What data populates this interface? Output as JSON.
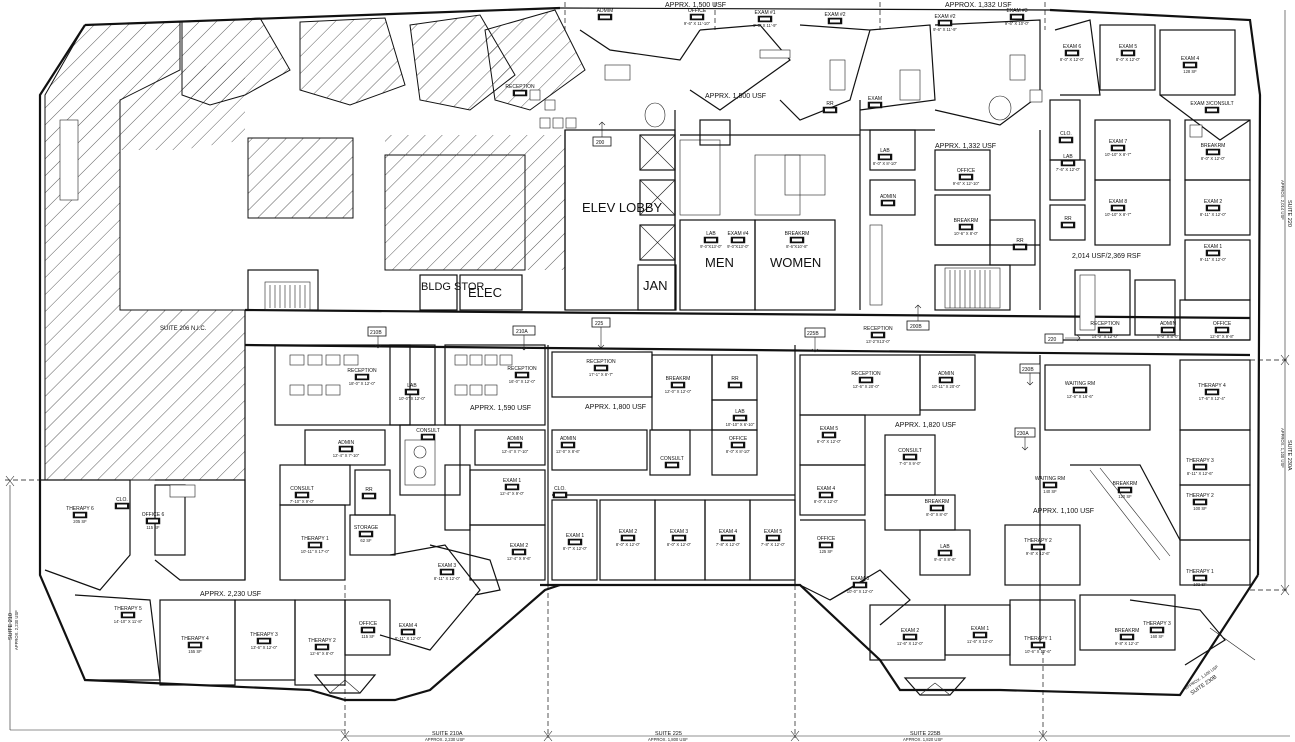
{
  "labels": {
    "elev_lobby": "ELEV LOBBY",
    "men": "MEN",
    "women": "WOMEN",
    "jan": "JAN",
    "bldg_stor": "BLDG STOR",
    "elec": "ELEC",
    "suite_206": "SUITE 206 N.I.C."
  },
  "door_tags": [
    "200",
    "200B",
    "210B",
    "210A",
    "225",
    "225B",
    "220",
    "230B",
    "230A"
  ],
  "areas": {
    "a1500_top": "APPRX. 1,500 USF",
    "a1500_mid": "APPRX. 1,500 USF",
    "a1332_top": "APPROX. 1,332 USF",
    "a1332_mid": "APPRX. 1,332 USF",
    "a2014": "2,014 USF/2,369 RSF",
    "a1590": "APPRX. 1,590 USF",
    "a1800": "APPRX. 1,800 USF",
    "a1820": "APPRX. 1,820 USF",
    "a1100": "APPRX. 1,100 USF",
    "a2230": "APPRX. 2,230 USF"
  },
  "rooms": [
    {
      "key": "admin_top",
      "name": "ADMIM"
    },
    {
      "key": "office_top",
      "name": "OFFICE",
      "dim": "9'-6\" X 11'-10\""
    },
    {
      "key": "exam1_top",
      "name": "EXAM #1",
      "dim": "9'-6\" X 11'-9\""
    },
    {
      "key": "exam2_top",
      "name": "EXAM #2"
    },
    {
      "key": "exam2b_top",
      "name": "EXAM #2",
      "dim": "9'-6\" X 11'-9\""
    },
    {
      "key": "exam3_top",
      "name": "EXAM #3",
      "dim": "9'-6\" X 10'-0\""
    },
    {
      "key": "reception_top",
      "name": "RECEPTION"
    },
    {
      "key": "rr_top",
      "name": "RR"
    },
    {
      "key": "exam_top",
      "name": "EXAM"
    },
    {
      "key": "lab_top",
      "name": "LAB",
      "dim": "9'-0\"X13'-0\""
    },
    {
      "key": "exam4_top",
      "name": "EXAM #4",
      "dim": "9'-0\"X13'-0\""
    },
    {
      "key": "breakrm_top",
      "name": "BREAKRM",
      "dim": "8'-6\"X10'-8\""
    },
    {
      "key": "lab_200",
      "name": "LAB",
      "dim": "8'-0\" X 8'-10\""
    },
    {
      "key": "admin_200",
      "name": "ADMIN"
    },
    {
      "key": "office_200",
      "name": "OFFICE",
      "dim": "9'-6\" X 12'-10\""
    },
    {
      "key": "breakrm_200",
      "name": "BREAKRM",
      "dim": "10'-6\" X 8'-0\""
    },
    {
      "key": "rr_200",
      "name": "RR"
    },
    {
      "key": "reception_200b",
      "name": "RECEPTION",
      "dim": "13'-2\"X13'-0\""
    },
    {
      "key": "exam6",
      "name": "EXAM 6",
      "dim": "8'-0\" X 12'-0\""
    },
    {
      "key": "exam5",
      "name": "EXAM 5",
      "dim": "8'-0\" X 12'-0\""
    },
    {
      "key": "exam4",
      "name": "EXAM 4",
      "dim": "128 SF"
    },
    {
      "key": "exam3c",
      "name": "EXAM 3/CONSULT"
    },
    {
      "key": "clo_r",
      "name": "CLO."
    },
    {
      "key": "exam7",
      "name": "EXAM 7",
      "dim": "10'-10\" X 8'-7\""
    },
    {
      "key": "lab_r",
      "name": "LAB",
      "dim": "7'-6\" X 12'-0\""
    },
    {
      "key": "breakrm_r",
      "name": "BREAKRM",
      "dim": "8'-0\" X 12'-0\""
    },
    {
      "key": "exam8",
      "name": "EXAM 8",
      "dim": "10'-10\" X 8'-7\""
    },
    {
      "key": "rr_r",
      "name": "RR"
    },
    {
      "key": "exam2_r",
      "name": "EXAM 2",
      "dim": "8'-11\" X 12'-0\""
    },
    {
      "key": "exam1_r",
      "name": "EXAM 1",
      "dim": "9'-11\" X 12'-0\""
    },
    {
      "key": "reception_220",
      "name": "RECEPTION",
      "dim": "14'-0\" X 12'-0\""
    },
    {
      "key": "admin_220",
      "name": "ADMIN",
      "dim": "8'-0\" X 8'-0\""
    },
    {
      "key": "office_220",
      "name": "OFFICE",
      "dim": "12'-0\" X 9'-8\""
    },
    {
      "key": "reception_210",
      "name": "RECEPTION",
      "dim": "18'-0\" X 12'-0\""
    },
    {
      "key": "lab_210",
      "name": "LAB",
      "dim": "10'-0\" X 12'-0\""
    },
    {
      "key": "reception_210a",
      "name": "RECEPTION",
      "dim": "16'-0\" X 12'-0\""
    },
    {
      "key": "admin_210",
      "name": "ADMIN",
      "dim": "12'-4\" X 7'-10\""
    },
    {
      "key": "consult_210a",
      "name": "CONSULT"
    },
    {
      "key": "admin_210a",
      "name": "ADMIN",
      "dim": "12'-4\" X 7'-10\""
    },
    {
      "key": "consult_210",
      "name": "CONSULT",
      "dim": "7'-10\" X 9'-0\""
    },
    {
      "key": "rr_210",
      "name": "RR"
    },
    {
      "key": "storage_210",
      "name": "STORAGE",
      "dim": "62 SF"
    },
    {
      "key": "therapy1_210",
      "name": "THERAPY 1",
      "dim": "10'-11\" X 17'-0\""
    },
    {
      "key": "exam1_210a",
      "name": "EXAM 1",
      "dim": "12'-4\" X 9'-0\""
    },
    {
      "key": "exam2_210a",
      "name": "EXAM 2",
      "dim": "12'-4\" X 9'-6\""
    },
    {
      "key": "exam3_210a",
      "name": "EXAM 3",
      "dim": "8'-11\" X 12'-0\""
    },
    {
      "key": "exam4_210a",
      "name": "EXAM 4",
      "dim": "8'-11\" X 12'-0\""
    },
    {
      "key": "office_210a",
      "name": "OFFICE",
      "dim": "115 SF"
    },
    {
      "key": "therapy6",
      "name": "THERAPY 6",
      "dim": "205 SF"
    },
    {
      "key": "clo_210",
      "name": "CLO."
    },
    {
      "key": "office6",
      "name": "OFFICE 6",
      "dim": "115 SF"
    },
    {
      "key": "therapy5",
      "name": "THERAPY 5",
      "dim": "14'-10\" X 11'-8\""
    },
    {
      "key": "therapy4_210",
      "name": "THERAPY 4",
      "dim": "155 SF"
    },
    {
      "key": "therapy3_210",
      "name": "THERAPY 3",
      "dim": "13'-6\" X 12'-0\""
    },
    {
      "key": "therapy2_210",
      "name": "THERAPY 2",
      "dim": "12'-6\" X 8'-0\""
    },
    {
      "key": "reception_225",
      "name": "RECEPTION",
      "dim": "17'-1\" X 8'-7\""
    },
    {
      "key": "breakrm_225",
      "name": "BREAKRM",
      "dim": "12'-0\" X 12'-0\""
    },
    {
      "key": "rr_225",
      "name": "RR"
    },
    {
      "key": "lab_225",
      "name": "LAB",
      "dim": "10'-10\" X 6'-10\""
    },
    {
      "key": "admin_225",
      "name": "ADMIN",
      "dim": "12'-0\" X 8'-6\""
    },
    {
      "key": "office_225",
      "name": "OFFICE",
      "dim": "8'-0\" X 8'-10\""
    },
    {
      "key": "consult_225",
      "name": "CONSULT"
    },
    {
      "key": "clo_225",
      "name": "CLO."
    },
    {
      "key": "exam1_225",
      "name": "EXAM 1",
      "dim": "8'-7\" X 12'-0\""
    },
    {
      "key": "exam2_225",
      "name": "EXAM 2",
      "dim": "8'-0\" X 12'-0\""
    },
    {
      "key": "exam3_225",
      "name": "EXAM 3",
      "dim": "8'-0\" X 12'-0\""
    },
    {
      "key": "exam4_225",
      "name": "EXAM 4",
      "dim": "7'-8\" X 12'-0\""
    },
    {
      "key": "exam5_225",
      "name": "EXAM 5",
      "dim": "7'-8\" X 12'-0\""
    },
    {
      "key": "reception_225b",
      "name": "RECEPTION",
      "dim": "12'-6\" X 20'-0\""
    },
    {
      "key": "admin_225b",
      "name": "ADMIN",
      "dim": "10'-11\" X 20'-0\""
    },
    {
      "key": "exam5_225b",
      "name": "EXAM 5",
      "dim": "8'-0\" X 12'-0\""
    },
    {
      "key": "exam4_225b",
      "name": "EXAM 4",
      "dim": "8'-0\" X 12'-0\""
    },
    {
      "key": "consult_225b",
      "name": "CONSULT",
      "dim": "7'-0\" X 9'-0\""
    },
    {
      "key": "breakrm_225b",
      "name": "BREAKRM",
      "dim": "8'-0\" X 8'-0\""
    },
    {
      "key": "lab_225b",
      "name": "LAB",
      "dim": "9'-4\" X 8'-6\""
    },
    {
      "key": "office_225b",
      "name": "OFFICE",
      "dim": "125 SF"
    },
    {
      "key": "exam3_225b",
      "name": "EXAM 3",
      "dim": "10'-0\" X 12'-0\""
    },
    {
      "key": "exam2_225b",
      "name": "EXAM 2",
      "dim": "11'-6\" X 12'-0\""
    },
    {
      "key": "exam1_225b",
      "name": "EXAM 1",
      "dim": "11'-6\" X 12'-0\""
    },
    {
      "key": "waiting_230b",
      "name": "WAITING RM",
      "dim": "12'-6\" X 16'-6\""
    },
    {
      "key": "therapy4_230",
      "name": "THERAPY 4",
      "dim": "17'-6\" X 12'-4\""
    },
    {
      "key": "waiting_230a",
      "name": "WAITING RM",
      "dim": "140 SF"
    },
    {
      "key": "breakrm_230",
      "name": "BREAKRM",
      "dim": "120 SF"
    },
    {
      "key": "therapy3_230",
      "name": "THERAPY 3",
      "dim": "8'-11\" X 12'-6\""
    },
    {
      "key": "therapy2_230",
      "name": "THERAPY 2",
      "dim": "100 SF"
    },
    {
      "key": "therapy2b_230",
      "name": "THERAPY 2",
      "dim": "9'-8\" X 12'-6\""
    },
    {
      "key": "therapy1_230",
      "name": "THERAPY 1",
      "dim": "102 SF"
    },
    {
      "key": "therapy1b_230",
      "name": "THERAPY 1",
      "dim": "10'-6\" X 12'-6\""
    },
    {
      "key": "breakrm_230b",
      "name": "BREAKRM",
      "dim": "9'-8\" X 12'-2\""
    },
    {
      "key": "therapy3b_230",
      "name": "THERAPY 3",
      "dim": "160 SF"
    }
  ],
  "suites": {
    "s210a": "SUITE 210A",
    "s210a_sub": "APPROX. 2,230 USF",
    "s225": "SUITE 225",
    "s225_sub": "APPROX. 1,800 USF",
    "s225b": "SUITE 225B",
    "s225b_sub": "APPROX. 1,820 USF",
    "s220": "SUITE 220",
    "s220_sub": "APPROX. 2,014 USF",
    "s230a": "SUITE 230A",
    "s230a_sub": "APPROX. 1,100 USF",
    "s210": "SUITE 210",
    "s210_sub": "APPROX. 2,230 USF",
    "s230b": "SUITE 230B",
    "s230b_sub": "APPROX. 1,100 USF"
  }
}
